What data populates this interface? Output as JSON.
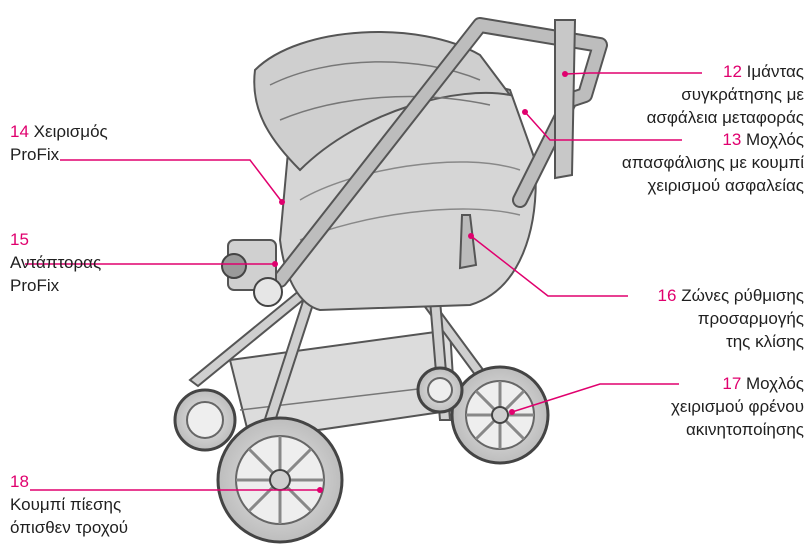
{
  "accent_color": "#e0006e",
  "text_color": "#1f1f1f",
  "callouts": [
    {
      "number": "12",
      "lines": [
        "Ιμάντας",
        "συγκράτησης με",
        "ασφάλεια μεταφοράς"
      ]
    },
    {
      "number": "13",
      "lines": [
        "Μοχλός",
        "απασφάλισης με κουμπί",
        "χειρισμού ασφαλείας"
      ]
    },
    {
      "number": "14",
      "lines": [
        "Χειρισμός",
        "ProFix"
      ]
    },
    {
      "number": "15",
      "lines": [
        "",
        "Αντάπτορας",
        "ProFix"
      ]
    },
    {
      "number": "16",
      "lines": [
        "Ζώνες ρύθμισης",
        "προσαρμογής",
        "της κλίσης"
      ]
    },
    {
      "number": "17",
      "lines": [
        "Μοχλός",
        "χειρισμού φρένου",
        "ακινητοποίησης"
      ]
    },
    {
      "number": "18",
      "lines": [
        "",
        "Κουμπί πίεσης",
        "όπισθεν τροχού"
      ]
    }
  ],
  "illustration": {
    "subject": "stroller-rear-view",
    "stroke_color": "#555555",
    "fill_color": "#d4d4d4"
  }
}
